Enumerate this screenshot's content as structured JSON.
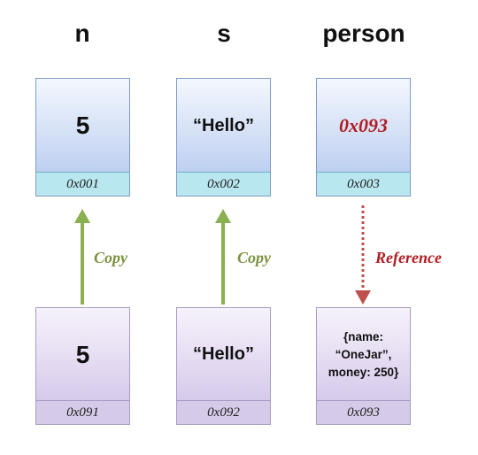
{
  "headers": {
    "n": "n",
    "s": "s",
    "person": "person"
  },
  "top_row": {
    "n": {
      "value": "5",
      "address": "0x001"
    },
    "s": {
      "value": "“Hello”",
      "address": "0x002"
    },
    "person": {
      "value": "0x093",
      "address": "0x003"
    }
  },
  "bottom_row": {
    "n": {
      "value": "5",
      "address": "0x091"
    },
    "s": {
      "value": "“Hello”",
      "address": "0x092"
    },
    "person": {
      "value_lines": [
        "{name:",
        "“OneJar”,",
        "money: 250}"
      ],
      "address": "0x093"
    }
  },
  "arrows": {
    "copy_label": "Copy",
    "reference_label": "Reference"
  },
  "colors": {
    "copy": "#8ab04f",
    "reference": "#b01d22",
    "pointer_text": "#b01d22"
  }
}
